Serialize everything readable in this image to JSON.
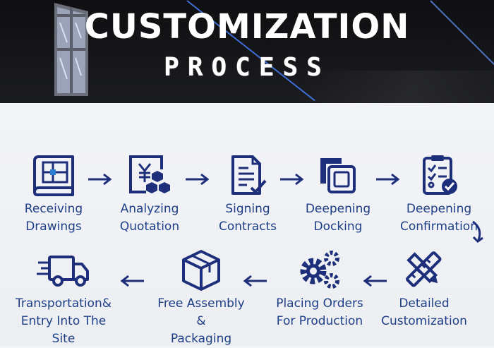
{
  "header": {
    "title": "CUSTOMIZATION",
    "subtitle": "PROCESS"
  },
  "colors": {
    "icon_blue": "#1d2f7a",
    "text_blue": "#1d3e86",
    "header_bg": "#141518",
    "accent_stripe": "#3f6fd6"
  },
  "steps": [
    {
      "line1": "Receiving",
      "line2": "Drawings",
      "icon": "blueprint-icon"
    },
    {
      "line1": "Analyzing",
      "line2": "Quotation",
      "icon": "yuan-cubes-icon"
    },
    {
      "line1": "Signing",
      "line2": "Contracts",
      "icon": "signed-document-icon"
    },
    {
      "line1": "Deepening",
      "line2": "Docking",
      "icon": "docking-squares-icon"
    },
    {
      "line1": "Deepening",
      "line2": "Confirmation",
      "icon": "checklist-icon"
    },
    {
      "line1": "Detailed",
      "line2": "Customization",
      "icon": "ruler-pencil-icon"
    },
    {
      "line1": "Placing Orders",
      "line2": "For Production",
      "icon": "gears-icon"
    },
    {
      "line1": "Free Assembly &",
      "line2": "Packaging",
      "icon": "package-box-icon"
    },
    {
      "line1": "Transportation&",
      "line2": "Entry Into The Site",
      "icon": "delivery-truck-icon"
    }
  ]
}
